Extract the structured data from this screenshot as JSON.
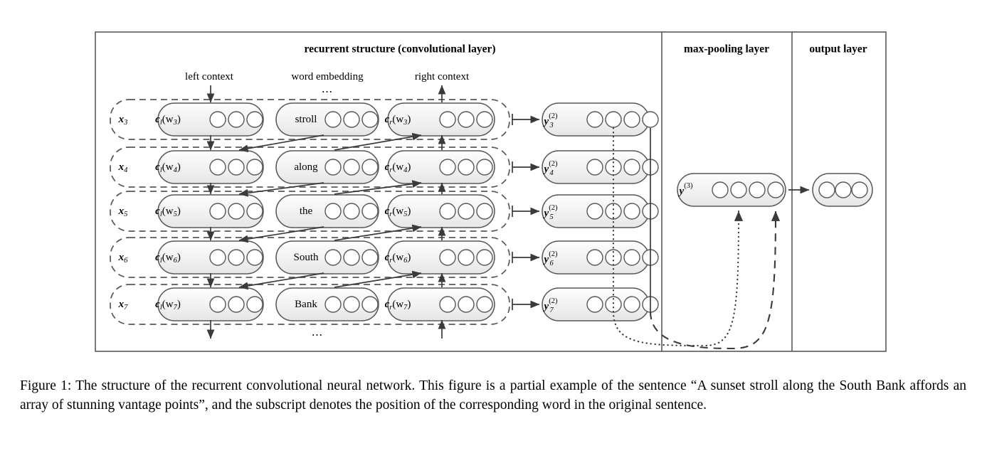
{
  "figure": {
    "headers": [
      {
        "id": "recurrent",
        "label": "recurrent structure (convolutional layer)"
      },
      {
        "id": "maxpool",
        "label": "max-pooling layer"
      },
      {
        "id": "output",
        "label": "output layer"
      }
    ],
    "column_labels": [
      {
        "id": "left-context",
        "label": "left context"
      },
      {
        "id": "word-embedding",
        "label": "word embedding"
      },
      {
        "id": "right-context",
        "label": "right context"
      }
    ],
    "ellipsis": "...",
    "rows": [
      {
        "x_label": "x",
        "x_sub": "3",
        "left": {
          "base": "c",
          "sub": "l",
          "arg": "(w",
          "arg_sub": "3",
          "arg_close": ")",
          "circles": 3
        },
        "word": {
          "label": "stroll",
          "circles": 3
        },
        "right": {
          "base": "c",
          "sub": "r",
          "arg": "(w",
          "arg_sub": "3",
          "arg_close": ")",
          "circles": 3
        },
        "y": {
          "base": "y",
          "sub": "3",
          "sup": "(2)",
          "circles": 4
        }
      },
      {
        "x_label": "x",
        "x_sub": "4",
        "left": {
          "base": "c",
          "sub": "l",
          "arg": "(w",
          "arg_sub": "4",
          "arg_close": ")",
          "circles": 3
        },
        "word": {
          "label": "along",
          "circles": 3
        },
        "right": {
          "base": "c",
          "sub": "r",
          "arg": "(w",
          "arg_sub": "4",
          "arg_close": ")",
          "circles": 3
        },
        "y": {
          "base": "y",
          "sub": "4",
          "sup": "(2)",
          "circles": 4
        }
      },
      {
        "x_label": "x",
        "x_sub": "5",
        "left": {
          "base": "c",
          "sub": "l",
          "arg": "(w",
          "arg_sub": "5",
          "arg_close": ")",
          "circles": 3
        },
        "word": {
          "label": "the",
          "circles": 3
        },
        "right": {
          "base": "c",
          "sub": "r",
          "arg": "(w",
          "arg_sub": "5",
          "arg_close": ")",
          "circles": 3
        },
        "y": {
          "base": "y",
          "sub": "5",
          "sup": "(2)",
          "circles": 4
        }
      },
      {
        "x_label": "x",
        "x_sub": "6",
        "left": {
          "base": "c",
          "sub": "l",
          "arg": "(w",
          "arg_sub": "6",
          "arg_close": ")",
          "circles": 3
        },
        "word": {
          "label": "South",
          "circles": 3
        },
        "right": {
          "base": "c",
          "sub": "r",
          "arg": "(w",
          "arg_sub": "6",
          "arg_close": ")",
          "circles": 3
        },
        "y": {
          "base": "y",
          "sub": "6",
          "sup": "(2)",
          "circles": 4
        }
      },
      {
        "x_label": "x",
        "x_sub": "7",
        "left": {
          "base": "c",
          "sub": "l",
          "arg": "(w",
          "arg_sub": "7",
          "arg_close": ")",
          "circles": 3
        },
        "word": {
          "label": "Bank",
          "circles": 3
        },
        "right": {
          "base": "c",
          "sub": "r",
          "arg": "(w",
          "arg_sub": "7",
          "arg_close": ")",
          "circles": 3
        },
        "y": {
          "base": "y",
          "sub": "7",
          "sup": "(2)",
          "circles": 4
        }
      }
    ],
    "maxpool_node": {
      "base": "y",
      "sup": "(3)",
      "circles": 4
    },
    "output_node": {
      "circles": 3
    },
    "colors": {
      "frame": "#58585a",
      "pill_fill": "#f2f2f2",
      "circle_fill": "#ffffff",
      "arrow": "#3a3a3c",
      "text": "#000000",
      "background": "#ffffff"
    }
  },
  "caption": {
    "prefix": "Figure 1:",
    "text": "The structure of the recurrent convolutional neural network. This figure is a partial example of the sentence “A sunset stroll along the South Bank affords an array of stunning vantage points”, and the subscript denotes the position of the corresponding word in the original sentence."
  }
}
